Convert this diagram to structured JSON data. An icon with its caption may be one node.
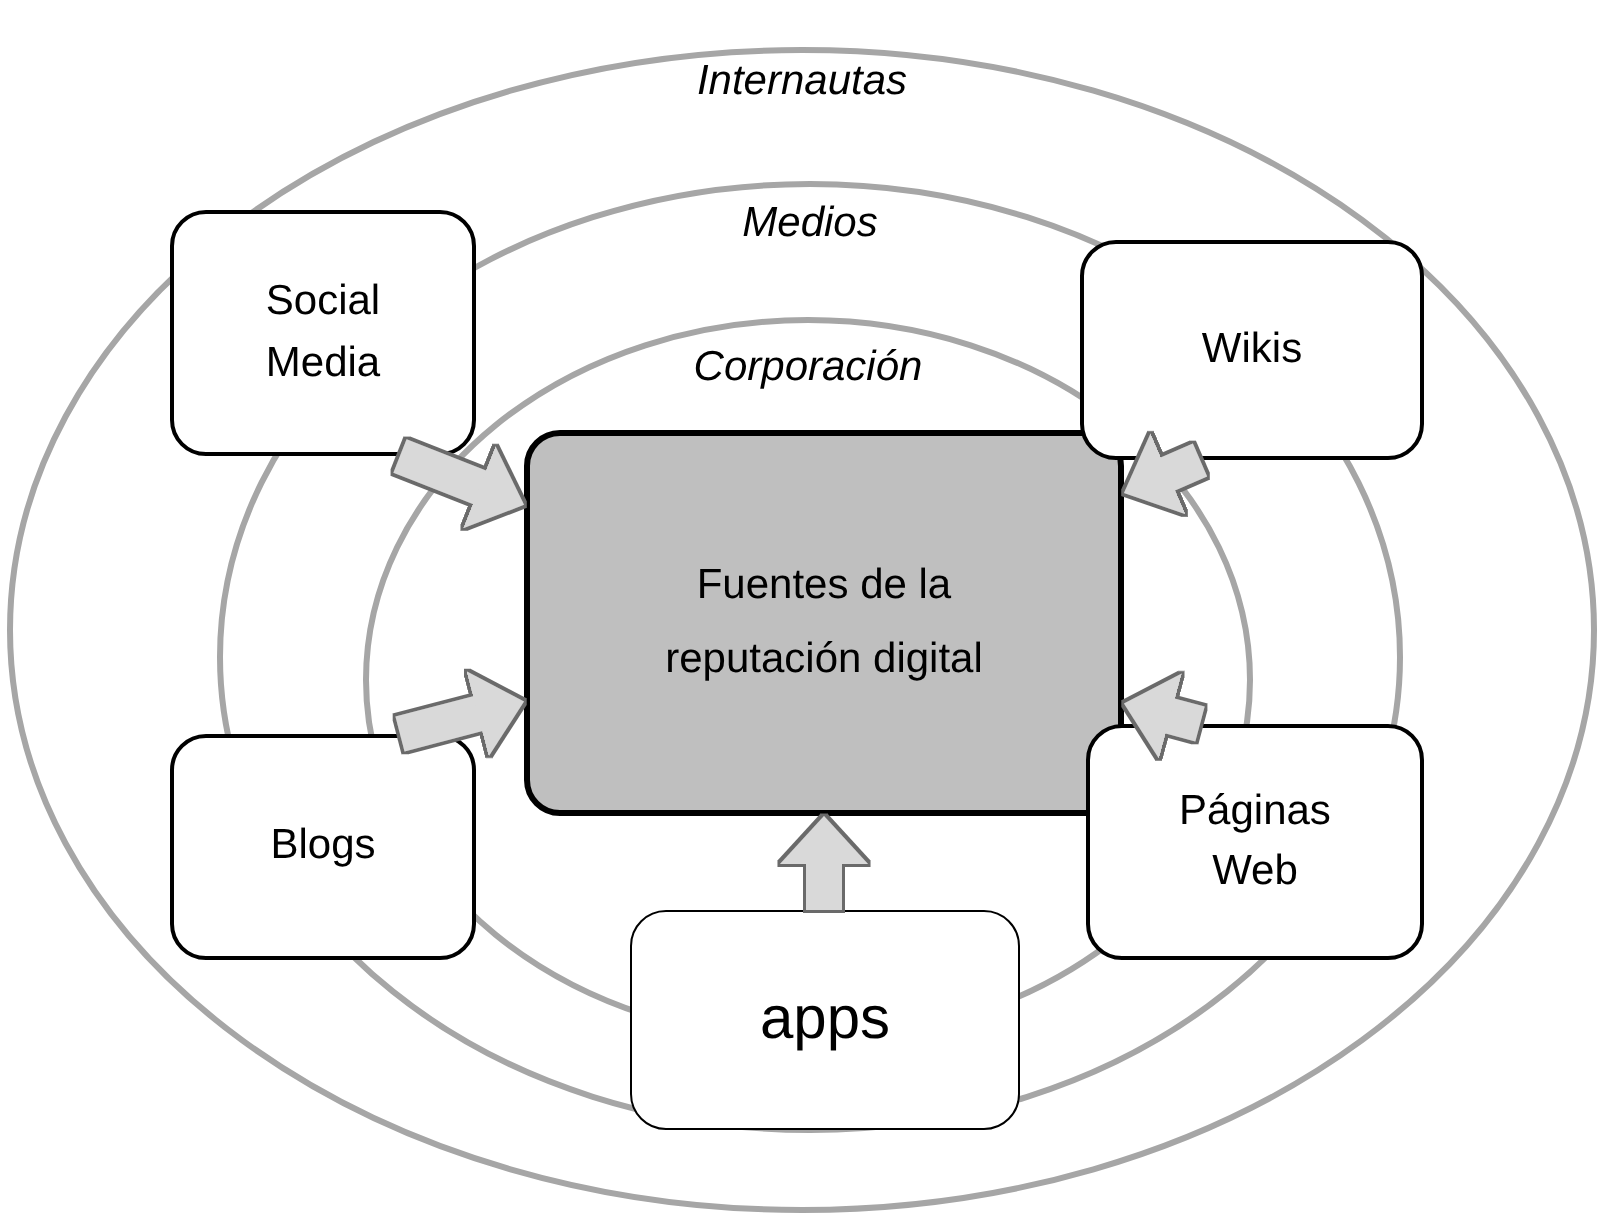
{
  "diagram": {
    "nodes": [
      {
        "text": [
          "Internautas"
        ]
      },
      {
        "text": [
          "Medios"
        ],
        "in": 0
      },
      {
        "text": [
          "Corporación"
        ],
        "in": 1
      },
      {
        "text": [
          "Social Media"
        ],
        "in": 0
      },
      {
        "text": [
          "Wikis"
        ],
        "in": 0
      },
      {
        "text": [
          "Fuentes de la reputación digital"
        ],
        "in": 2
      },
      {
        "text": [
          "Blogs"
        ],
        "in": 0
      },
      {
        "text": [
          "Páginas Web"
        ],
        "in": 0
      },
      {
        "text": [
          "apps"
        ],
        "in": 1
      }
    ],
    "edges": [
      {
        "from": 3,
        "to": 5,
        "arrow": "to"
      },
      {
        "from": 4,
        "to": 5,
        "arrow": "to"
      },
      {
        "from": 6,
        "to": 5,
        "arrow": "to"
      },
      {
        "from": 7,
        "to": 5,
        "arrow": "to"
      },
      {
        "from": 8,
        "to": 5,
        "arrow": "to"
      }
    ]
  }
}
